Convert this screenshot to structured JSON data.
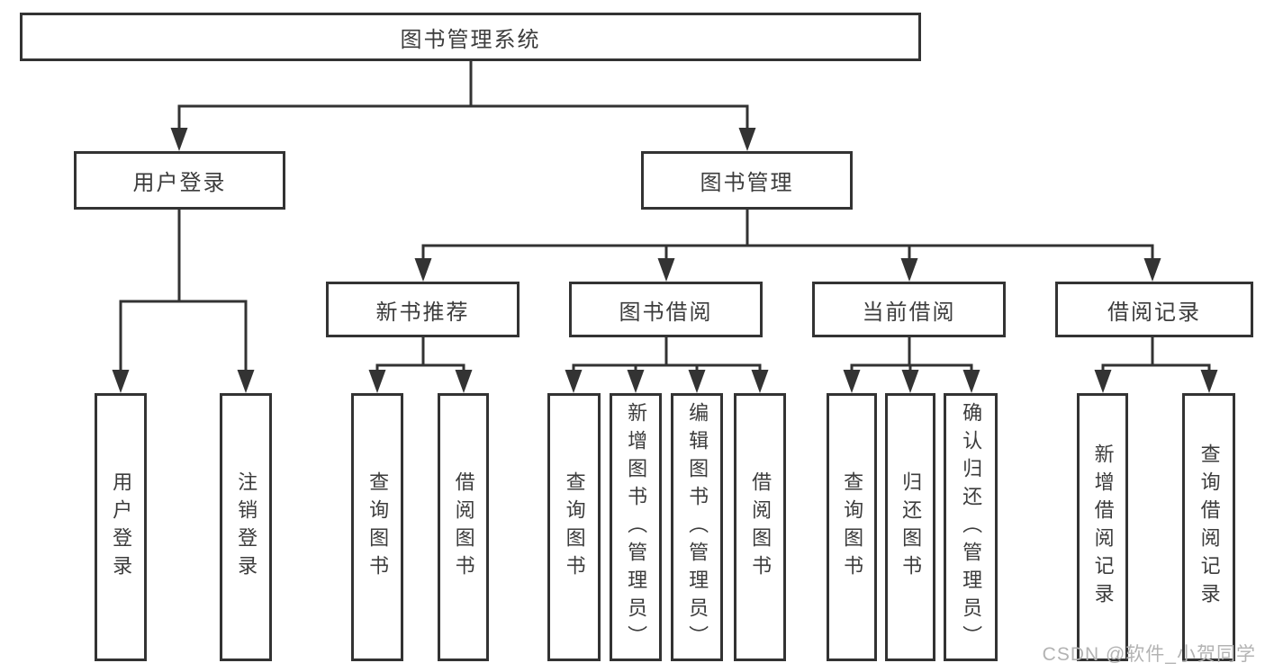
{
  "diagram": {
    "root": {
      "label": "图书管理系统"
    },
    "modules": {
      "login": {
        "label": "用户登录",
        "children": {
          "login": "用户登录",
          "logout": "注销登录"
        }
      },
      "mgmt": {
        "label": "图书管理",
        "sections": {
          "recommend": {
            "label": "新书推荐",
            "children": {
              "query": "查询图书",
              "borrow": "借阅图书"
            }
          },
          "borrow": {
            "label": "图书借阅",
            "children": {
              "query": "查询图书",
              "add": "新增图书（管理员）",
              "edit": "编辑图书（管理员）",
              "borrow": "借阅图书"
            }
          },
          "current": {
            "label": "当前借阅",
            "children": {
              "query": "查询图书",
              "return": "归还图书",
              "confirm": "确认归还（管理员）"
            }
          },
          "records": {
            "label": "借阅记录",
            "children": {
              "add": "新增借阅记录",
              "query": "查询借阅记录"
            }
          }
        }
      }
    }
  },
  "watermark": {
    "text": "CSDN @软件_小贺同学"
  },
  "colors": {
    "line": "#333333",
    "box_border": "#333333",
    "text": "#3c3c3c",
    "watermark": "#b3b3b3",
    "background": "#ffffff"
  }
}
